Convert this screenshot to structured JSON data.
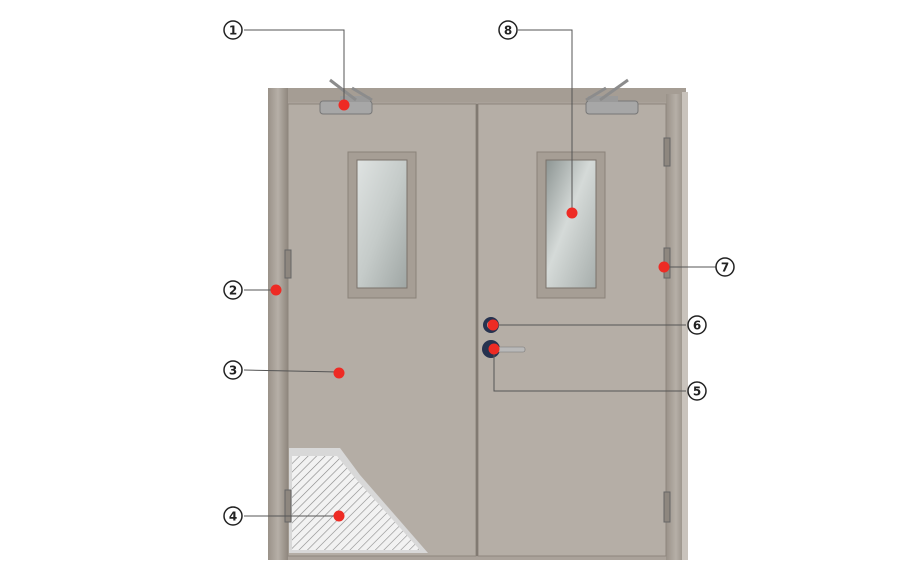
{
  "callouts": [
    {
      "id": "1",
      "label": "①"
    },
    {
      "id": "2",
      "label": "②"
    },
    {
      "id": "3",
      "label": "③"
    },
    {
      "id": "4",
      "label": "④"
    },
    {
      "id": "5",
      "label": "⑤"
    },
    {
      "id": "6",
      "label": "⑥"
    },
    {
      "id": "7",
      "label": "⑦"
    },
    {
      "id": "8",
      "label": "⑧"
    }
  ],
  "colors": {
    "marker": "#ee2b24",
    "leader": "#555555",
    "door": "#b3aca4",
    "frame": "#a39b92"
  }
}
